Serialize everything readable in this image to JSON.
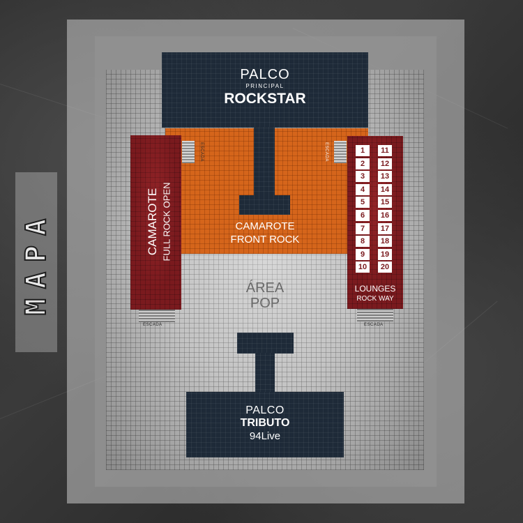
{
  "side_label": "MAPA",
  "stage_main": {
    "line1": "PALCO",
    "line2": "PRINCIPAL",
    "line3": "ROCKSTAR"
  },
  "front_rock": {
    "line1": "CAMAROTE",
    "line2": "FRONT ROCK"
  },
  "camarote_full": {
    "line1": "CAMAROTE",
    "line2": "FULL ROCK OPEN"
  },
  "area_pop": {
    "line1": "ÁREA",
    "line2": "POP"
  },
  "lounges": {
    "title": "LOUNGES",
    "subtitle": "ROCK WAY",
    "left_column": [
      "1",
      "2",
      "3",
      "4",
      "5",
      "6",
      "7",
      "8",
      "9",
      "10"
    ],
    "right_column": [
      "11",
      "12",
      "13",
      "14",
      "15",
      "16",
      "17",
      "18",
      "19",
      "20"
    ]
  },
  "stage_tribute": {
    "line1": "PALCO",
    "line2": "TRIBUTO",
    "line3": "94Live"
  },
  "stairs": {
    "top_left": "ESCADA",
    "top_right": "ESCADA",
    "bottom_left": "ESCADA",
    "bottom_right": "ESCADA"
  },
  "colors": {
    "stage": "#1e2a38",
    "front_rock": "#d5651b",
    "camarote": "#7a1a1e",
    "floor": "#b9b9b9",
    "background": "#333333"
  }
}
